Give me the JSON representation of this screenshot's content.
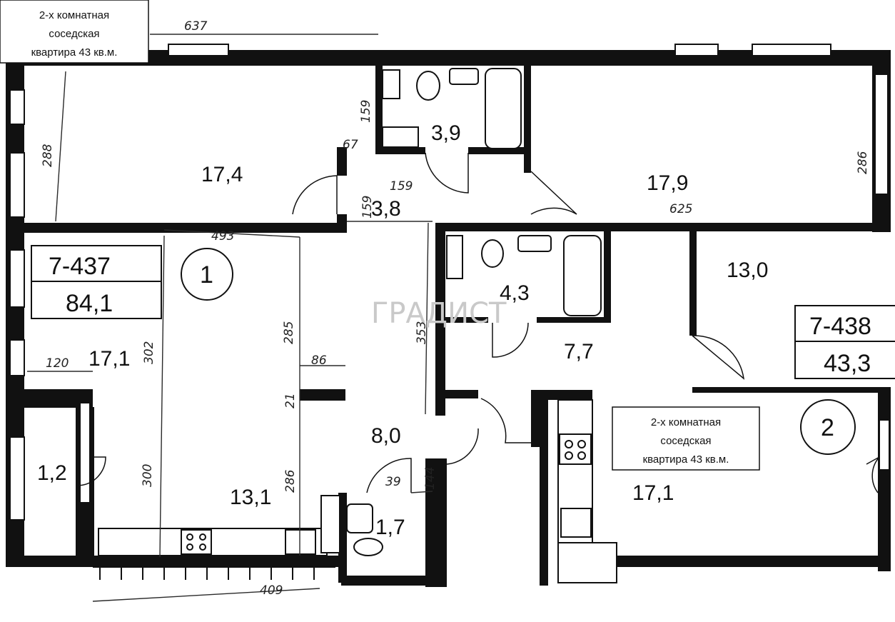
{
  "notes": {
    "top_left": [
      "2-х комнатная",
      "соседская",
      "квартира 43 кв.м."
    ],
    "right": [
      "2-х комнатная",
      "соседская",
      "квартира 43 кв.м."
    ]
  },
  "apartments": [
    {
      "number": "7-437",
      "area": "84,1",
      "circle": "1"
    },
    {
      "number": "7-438",
      "area": "43,3",
      "circle": "2"
    }
  ],
  "rooms": {
    "room_top_left": "17,4",
    "bath_top": "3,9",
    "hall_top": "3,8",
    "room_top_right": "17,9",
    "room_right": "13,0",
    "bath_mid": "4,3",
    "corridor": "7,7",
    "room_left": "17,1",
    "balcony": "1,2",
    "kitchen": "13,1",
    "hall": "8,0",
    "wc": "1,7",
    "room_neighbor": "17,1"
  },
  "dimensions": {
    "d637": "637",
    "d288": "288",
    "d159a": "159",
    "d67": "67",
    "d159b": "159",
    "d159c": "159",
    "d286a": "286",
    "d625": "625",
    "d493": "493",
    "d353": "353",
    "d302": "302",
    "d285": "285",
    "d86": "86",
    "d120": "120",
    "d21": "21",
    "d300": "300",
    "d286b": "286",
    "d39": "39",
    "d144": "144",
    "d409": "409"
  },
  "watermark": "ГРАДИСТ"
}
